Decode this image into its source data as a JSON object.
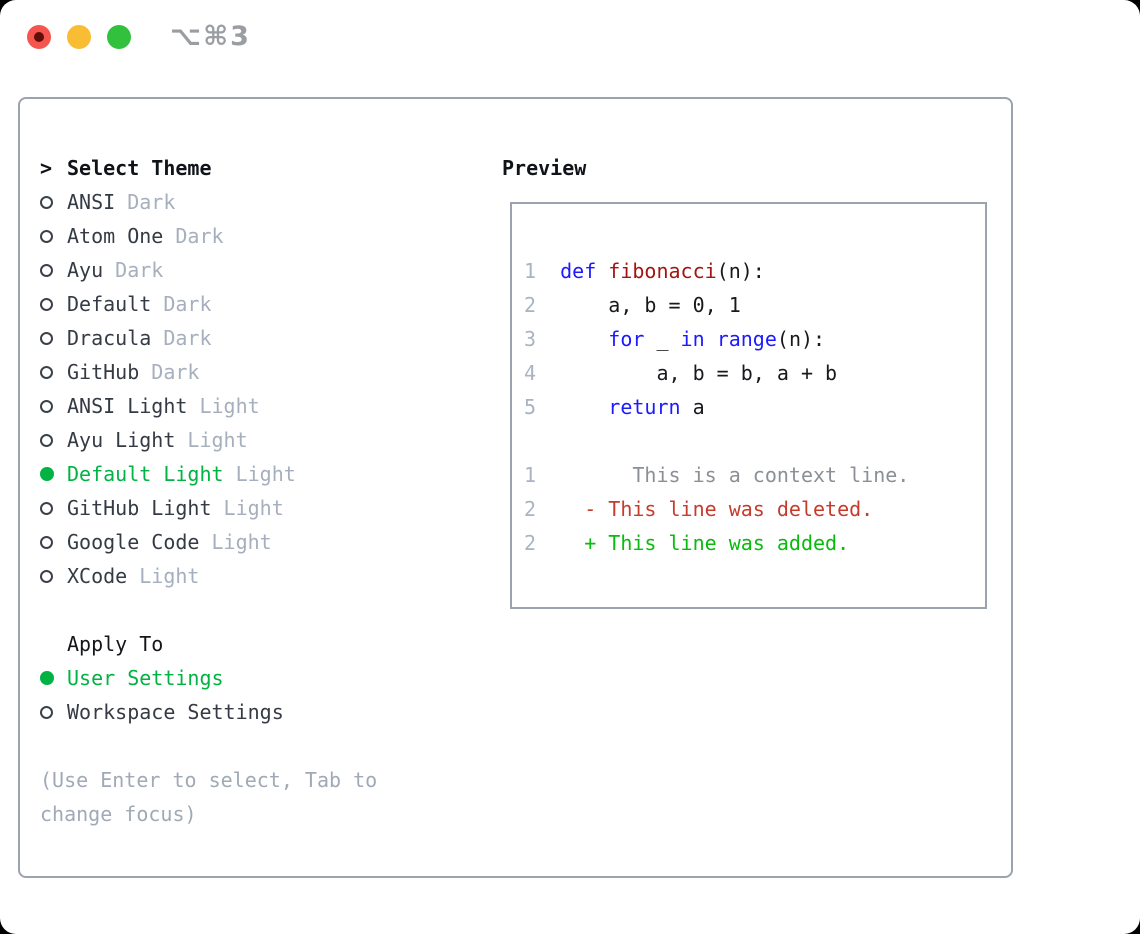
{
  "window": {
    "title": "⌥⌘3"
  },
  "traffic_lights": {
    "close_color": "#f4554f",
    "minimize_color": "#f9bd33",
    "zoom_color": "#32c13d",
    "close_dot_color": "#5e0f08"
  },
  "colors": {
    "selected_green": "#00b342",
    "keyword_blue": "#1c1aff",
    "function_red": "#a31512",
    "diff_deleted": "#c53b2c",
    "diff_added": "#09bb0c",
    "panel_border": "#9ba3ae"
  },
  "theme_picker": {
    "prompt": ">",
    "title": "Select Theme",
    "items": [
      {
        "name": "ANSI",
        "variant": "Dark",
        "selected": false
      },
      {
        "name": "Atom One",
        "variant": "Dark",
        "selected": false
      },
      {
        "name": "Ayu",
        "variant": "Dark",
        "selected": false
      },
      {
        "name": "Default",
        "variant": "Dark",
        "selected": false
      },
      {
        "name": "Dracula",
        "variant": "Dark",
        "selected": false
      },
      {
        "name": "GitHub",
        "variant": "Dark",
        "selected": false
      },
      {
        "name": "ANSI Light",
        "variant": "Light",
        "selected": false
      },
      {
        "name": "Ayu Light",
        "variant": "Light",
        "selected": false
      },
      {
        "name": "Default Light",
        "variant": "Light",
        "selected": true
      },
      {
        "name": "GitHub Light",
        "variant": "Light",
        "selected": false
      },
      {
        "name": "Google Code",
        "variant": "Light",
        "selected": false
      },
      {
        "name": "XCode",
        "variant": "Light",
        "selected": false
      }
    ],
    "apply_to": {
      "title": "Apply To",
      "options": [
        {
          "label": "User Settings",
          "selected": true
        },
        {
          "label": "Workspace Settings",
          "selected": false
        }
      ]
    },
    "help": [
      "(Use Enter to select, Tab to",
      "change focus)"
    ]
  },
  "preview": {
    "title": "Preview",
    "lines": [
      {
        "num": "1",
        "segments": [
          [
            "def",
            "kw"
          ],
          [
            " ",
            "pl"
          ],
          [
            "fibonacci",
            "fn"
          ],
          [
            "(n):",
            "pl"
          ]
        ]
      },
      {
        "num": "2",
        "segments": [
          [
            "    a, b = 0, 1",
            "pl"
          ]
        ]
      },
      {
        "num": "3",
        "segments": [
          [
            "    ",
            "pl"
          ],
          [
            "for",
            "kw"
          ],
          [
            " _ ",
            "pl"
          ],
          [
            "in",
            "kw"
          ],
          [
            " ",
            "pl"
          ],
          [
            "range",
            "kw"
          ],
          [
            "(n):",
            "pl"
          ]
        ]
      },
      {
        "num": "4",
        "segments": [
          [
            "        a, b = b, a + b",
            "pl"
          ]
        ]
      },
      {
        "num": "5",
        "segments": [
          [
            "    ",
            "pl"
          ],
          [
            "return",
            "kw"
          ],
          [
            " a",
            "pl"
          ]
        ]
      },
      {
        "num": "",
        "segments": []
      },
      {
        "num": "1",
        "segments": [
          [
            "      This is a context line.",
            "ctx"
          ]
        ]
      },
      {
        "num": "2",
        "segments": [
          [
            "  - This line was deleted.",
            "del"
          ]
        ]
      },
      {
        "num": "2",
        "segments": [
          [
            "  + This line was added.",
            "add"
          ]
        ]
      }
    ]
  }
}
